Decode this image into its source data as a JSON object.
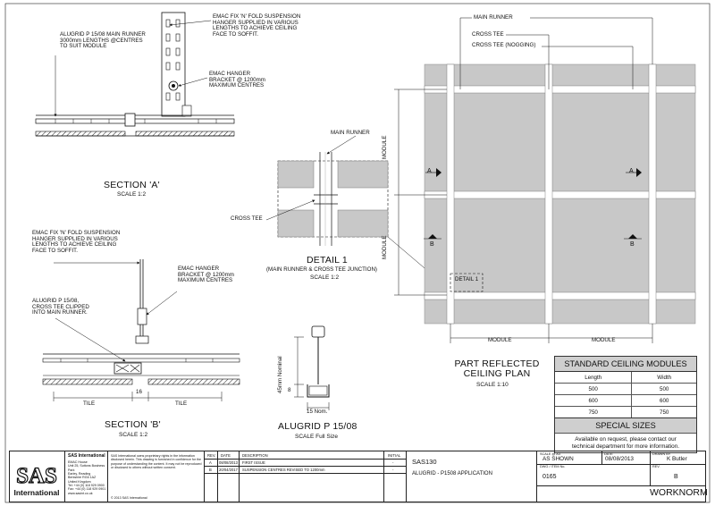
{
  "section_a": {
    "callout_main_runner": "ALUGRID P 15/08 MAIN RUNNER\n3000mm LENGTHS @CENTRES\nTO SUIT MODULE",
    "callout_fix_fold": "EMAC FIX 'N' FOLD SUSPENSION\nHANGER SUPPLIED IN VARIOUS\nLENGTHS TO ACHIEVE CEILING\nFACE TO SOFFIT.",
    "callout_hanger_bracket": "EMAC HANGER\nBRACKET @ 1200mm\nMAXIMUM CENTRES",
    "title": "SECTION 'A'",
    "scale": "SCALE 1:2"
  },
  "section_b": {
    "callout_fix_fold": "EMAC FIX 'N' FOLD SUSPENSION\nHANGER SUPPLIED IN VARIOUS\nLENGTHS TO ACHIEVE CEILING\nFACE TO SOFFIT.",
    "callout_hanger_bracket": "EMAC HANGER\nBRACKET @ 1200mm\nMAXIMUM CENTRES",
    "callout_cross_tee": "ALUGRID P 15/08,\nCROSS TEE CLIPPED\nINTO MAIN RUNNER.",
    "dim_tile_left": "TILE",
    "dim_16": "16",
    "dim_tile_right": "TILE",
    "title": "SECTION 'B'",
    "scale": "SCALE 1:2"
  },
  "detail1": {
    "label_main_runner": "MAIN RUNNER",
    "label_cross_tee": "CROSS TEE",
    "title": "DETAIL 1",
    "subtitle": "(MAIN RUNNER & CROSS TEE JUNCTION)",
    "scale": "SCALE 1:2"
  },
  "alugrid": {
    "dim_height": "45mm Nominal",
    "dim_8": "8",
    "dim_15": "15 Nom.",
    "title": "ALUGRID P 15/08",
    "scale": "SCALE Full Size"
  },
  "plan": {
    "label_main_runner": "MAIN RUNNER",
    "label_cross_tee": "CROSS TEE",
    "label_nogging": "CROSS TEE (NOGGING)",
    "module_v1": "MODULE",
    "module_v2": "MODULE",
    "module_h1": "MODULE",
    "module_h2": "MODULE",
    "marker_a_left": "A",
    "marker_a_right": "A",
    "marker_b_left": "B",
    "marker_b_right": "B",
    "detail_tag": "DETAIL 1",
    "title": "PART REFLECTED\nCEILING PLAN",
    "scale": "SCALE 1:10"
  },
  "standard_modules": {
    "title": "STANDARD CEILING MODULES",
    "headers": [
      "Length",
      "Width"
    ],
    "rows": [
      [
        "500",
        "500"
      ],
      [
        "600",
        "600"
      ],
      [
        "750",
        "750"
      ]
    ],
    "special_title": "SPECIAL SIZES",
    "special_note": "Available on request, please contact our\ntechnical department for more information."
  },
  "title_block": {
    "logo_top": "SAS",
    "logo_bottom": "International",
    "company": "SAS International",
    "address": "EMAC House\nUnit 25, Suttons Business Park\nEarley, Reading\nBerkshire RG6 1AZ\nUnited Kingdom\nTel: +44 (0) 118 929 0900\nFax: +44 (0) 118 929 0901\nwww.sasint.co.uk",
    "copyright": "SAS International owns proprietary rights in the information disclosed herein. This drawing is furnished in confidence for the purpose of understanding the content. It may not be reproduced or disclosed to others without written consent.",
    "copyright_year": "© 2013 SAS International",
    "rev_headers": [
      "REV.",
      "DATE",
      "DESCRIPTION",
      "INITIAL"
    ],
    "revisions": [
      [
        "A",
        "08/08/2013",
        "FIRST ISSUE",
        "-"
      ],
      [
        "B",
        "20/04/2017",
        "SUSPENSION CENTRES REVISED TO 1200mm",
        "-"
      ]
    ],
    "drawing_code": "SAS130",
    "drawing_title": "ALUGRID - P1508 APPLICATION",
    "scale_label": "SCALE @ A3",
    "scale_value": "AS SHOWN",
    "date_label": "DATE",
    "date_value": "08/08/2013",
    "drawn_label": "DRAWN BY",
    "drawn_value": "K Butler",
    "dwg_label": "DWG / ITEM No.",
    "dwg_value": "0165",
    "rev_label": "REV.",
    "rev_value": "B",
    "brand": "WORKNORM"
  }
}
